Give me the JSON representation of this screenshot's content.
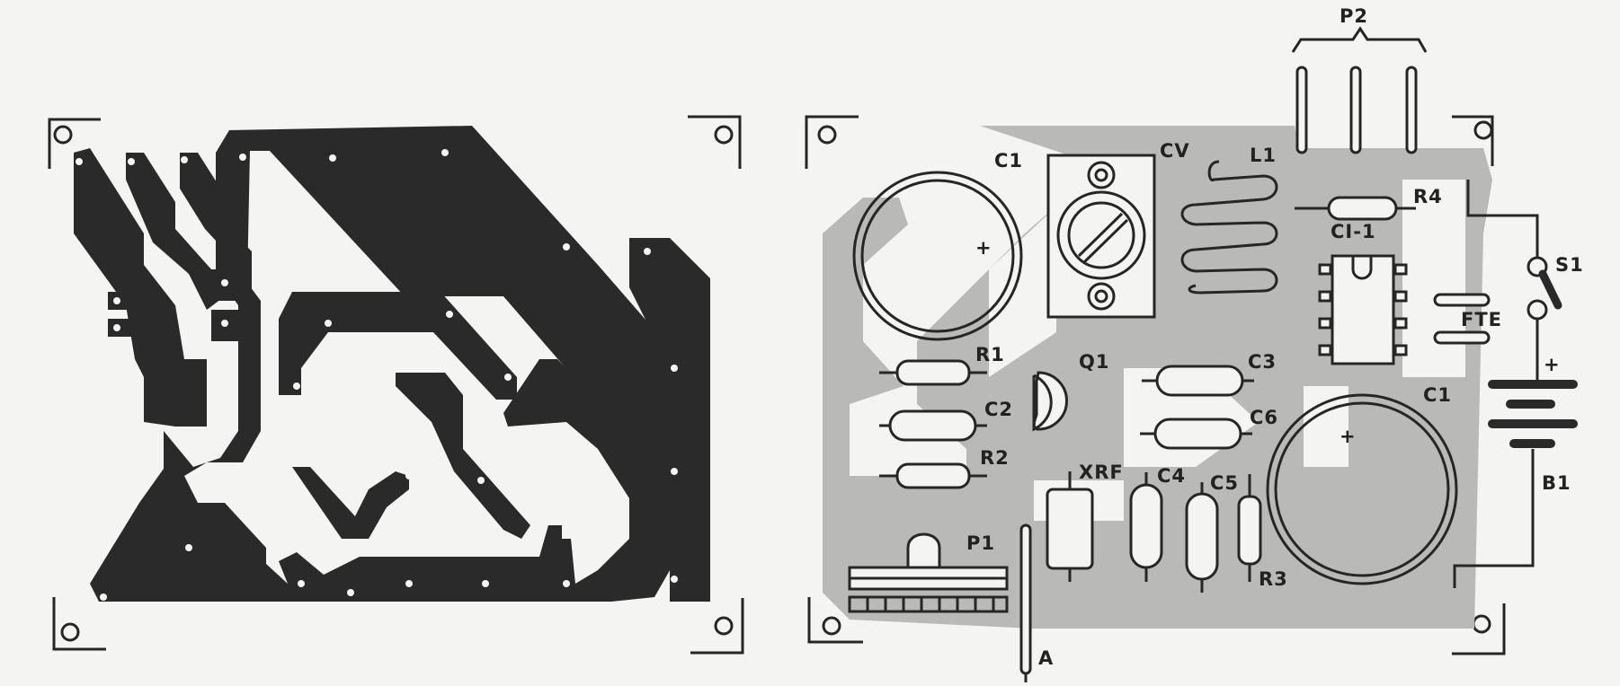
{
  "figure": {
    "description": "PCB copper layout (left) and component placement overlay (right)",
    "left_panel": {
      "name": "copper-side-layout"
    },
    "right_panel": {
      "name": "component-side-layout"
    }
  },
  "labels": {
    "C1_top": "C1",
    "CV": "CV",
    "L1": "L1",
    "P2": "P2",
    "R4": "R4",
    "S1": "S1",
    "CI1": "CI-1",
    "FTE": "FTE",
    "R1": "R1",
    "Q1": "Q1",
    "C3": "C3",
    "C2": "C2",
    "C6": "C6",
    "C1_bottom": "C1",
    "R2": "R2",
    "XRF": "XRF",
    "C4": "C4",
    "C5": "C5",
    "R3": "R3",
    "P1": "P1",
    "A": "A",
    "B1": "B1",
    "bat_plus": "+",
    "c1_plus_top": "+",
    "c1_plus_bottom": "+"
  },
  "colors": {
    "copper": "#2a2a2a",
    "ghost_trace": "#b9b9b7",
    "paper": "#f4f4f2"
  }
}
